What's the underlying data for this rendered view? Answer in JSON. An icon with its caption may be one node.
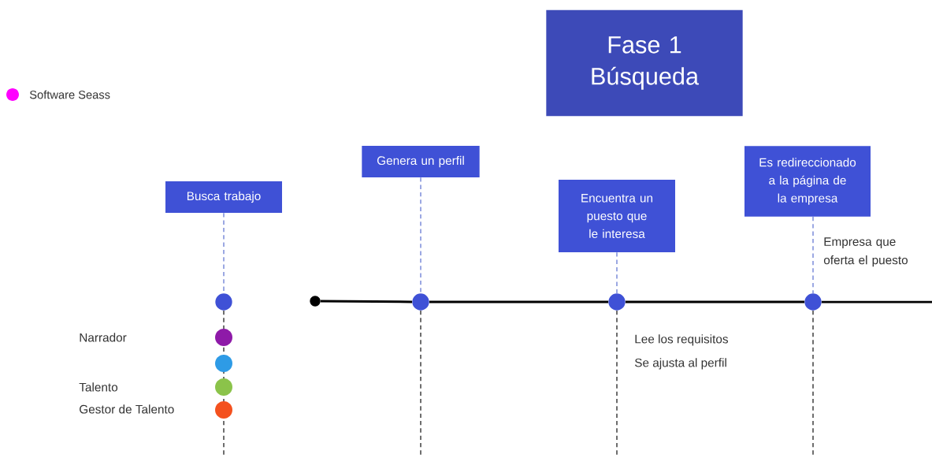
{
  "diagram": {
    "nodes": [
      {
        "text": [
          "Fase 1 Búsqueda"
        ]
      },
      {
        "text": [
          "Busca trabajo"
        ]
      },
      {
        "text": [
          "Genera un perfil"
        ]
      },
      {
        "text": [
          "Encuentra un puesto que le interesa"
        ]
      },
      {
        "text": [
          "Es redireccionado a la página de la empresa"
        ]
      },
      {
        "text": [],
        "shape": "circle"
      },
      {
        "text": [],
        "shape": "circle"
      },
      {
        "text": [],
        "shape": "circle"
      },
      {
        "text": [],
        "shape": "circle",
        "beside": [
          "Lee los requisitos",
          "Se ajusta al perfil"
        ]
      },
      {
        "text": [],
        "shape": "circle",
        "beside": [
          "Empresa que oferta el puesto"
        ]
      }
    ],
    "edges": [
      {
        "from": 1,
        "to": 5,
        "arrow": "none",
        "style": "dashed",
        "color": "#5a6fd0"
      },
      {
        "from": 2,
        "to": 7,
        "arrow": "none",
        "style": "dashed",
        "color": "#5a6fd0"
      },
      {
        "from": 3,
        "to": 8,
        "arrow": "none",
        "style": "dashed",
        "color": "#5a6fd0"
      },
      {
        "from": 4,
        "to": 9,
        "arrow": "none",
        "style": "dashed",
        "color": "#5a6fd0"
      },
      {
        "from": 6,
        "to": 7,
        "arrow": "none",
        "color": "#000000"
      },
      {
        "from": 7,
        "to": 8,
        "arrow": "none",
        "color": "#000000"
      },
      {
        "from": 8,
        "to": 9,
        "arrow": "none",
        "color": "#000000"
      },
      {
        "from": 9,
        "to": null,
        "arrow": "none",
        "color": "#000000"
      }
    ],
    "labels": [
      "Narrador",
      "Talento",
      "Gestor de Talento"
    ],
    "legend": [
      {
        "text": "Software Seass",
        "color": "#ff00ff"
      }
    ]
  }
}
